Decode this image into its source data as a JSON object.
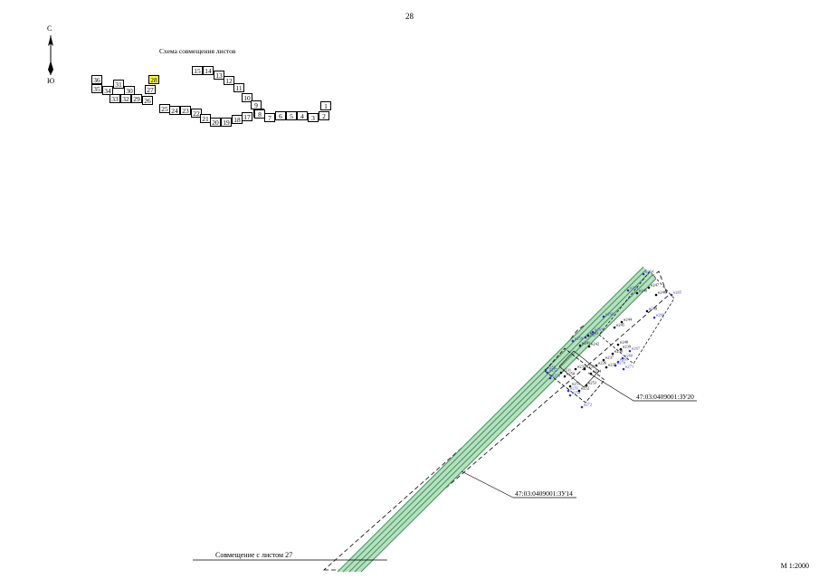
{
  "sheet": {
    "page_number": "28",
    "north_label": "С",
    "south_label": "Ю",
    "scheme_title": "Схема совмещения листов",
    "scale_label": "М 1:2000",
    "match_line_label": "Совмещение с листом 27",
    "current_sheet": "28"
  },
  "index_sheets": [
    "36",
    "35",
    "34",
    "31",
    "30",
    "33",
    "32",
    "29",
    "26",
    "28",
    "27",
    "25",
    "24",
    "23",
    "22",
    "21",
    "20",
    "19",
    "18",
    "17",
    "16",
    "15",
    "14",
    "13",
    "12",
    "11",
    "10",
    "9",
    "8",
    "7",
    "6",
    "5",
    "4",
    "3",
    "2",
    "1"
  ],
  "parcels": {
    "zu14": "47:03:0409001:ЗУ14",
    "zu20": "47:03:0409001:ЗУ20"
  },
  "points_black": [
    "н247",
    "н246",
    "н248",
    "н249",
    "н244",
    "н245",
    "н243",
    "н241",
    "н242",
    "н240",
    "н239",
    "н238",
    "н237",
    "н236",
    "н235",
    "н234",
    "н233",
    "н232",
    "н231",
    "н250",
    "н251",
    "н252",
    "н253"
  ],
  "points_blue": [
    "н264",
    "н263",
    "н265",
    "н266",
    "н260",
    "н261",
    "н259",
    "н258",
    "н267",
    "н268",
    "н269",
    "н270",
    "н271",
    "н262",
    "н257",
    "н256",
    "н255",
    "н254",
    "н272"
  ],
  "colors": {
    "corridor_green": "#3f9a5a",
    "corridor_fill": "#b9dfc2",
    "point_blue": "#3030c0",
    "highlight": "#ffff33"
  }
}
